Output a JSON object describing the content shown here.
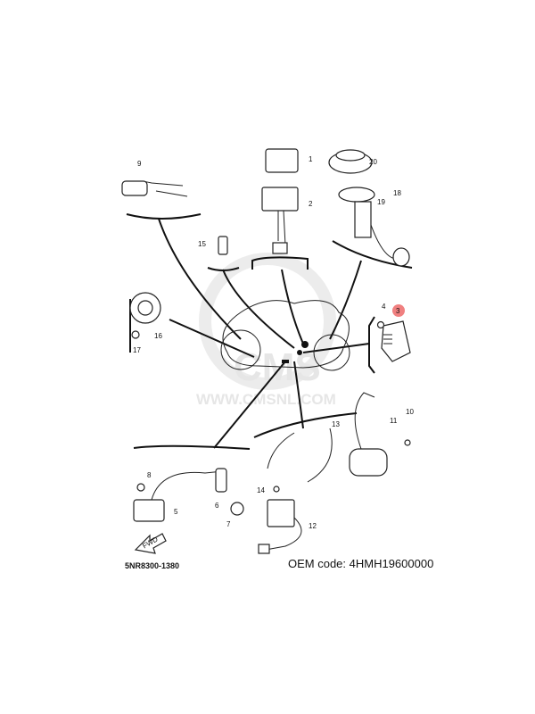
{
  "diagram": {
    "watermark_logo": "CMS",
    "watermark_url": "WWW.CMSNL.COM",
    "fwd_label": "FWD",
    "callouts": [
      "1",
      "2",
      "3",
      "4",
      "5",
      "6",
      "7",
      "8",
      "9",
      "10",
      "11",
      "12",
      "13",
      "14",
      "15",
      "16",
      "17",
      "18",
      "19",
      "20"
    ],
    "highlight_color": "#f08080",
    "highlighted_part": "3"
  },
  "footer": {
    "diagram_code": "5NR8300-1380",
    "oem_code": "OEM code: 4HMH19600000"
  }
}
